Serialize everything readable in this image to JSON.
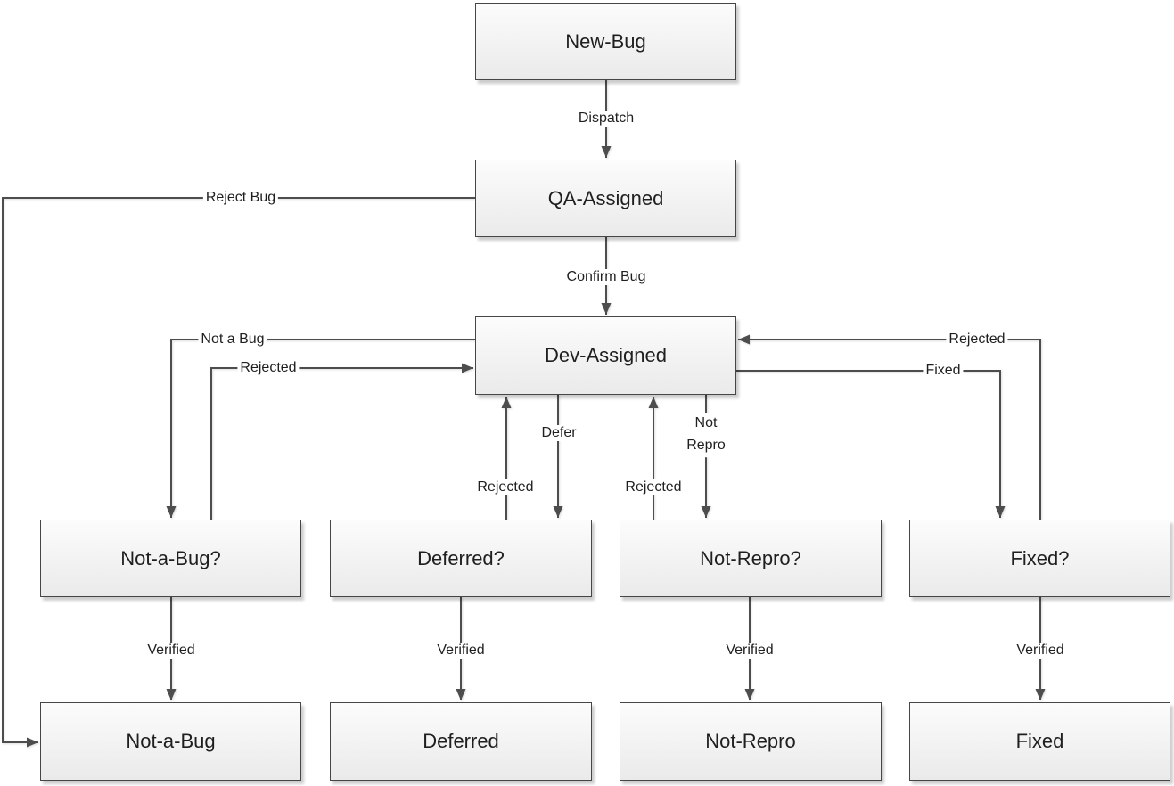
{
  "diagram": {
    "type": "flowchart",
    "subject": "bug lifecycle workflow",
    "colors": {
      "line": "#4d4d4d",
      "box_border": "#464646",
      "box_fill_top": "#fcfcfc",
      "box_fill_bottom": "#eaeaea",
      "text": "#1f1f1f",
      "canvas_bg": "#ffffff"
    },
    "nodes": {
      "new_bug": {
        "label": "New-Bug"
      },
      "qa_assigned": {
        "label": "QA-Assigned"
      },
      "dev_assigned": {
        "label": "Dev-Assigned"
      },
      "not_a_bug_q": {
        "label": "Not-a-Bug?"
      },
      "deferred_q": {
        "label": "Deferred?"
      },
      "not_repro_q": {
        "label": "Not-Repro?"
      },
      "fixed_q": {
        "label": "Fixed?"
      },
      "not_a_bug": {
        "label": "Not-a-Bug"
      },
      "deferred": {
        "label": "Deferred"
      },
      "not_repro": {
        "label": "Not-Repro"
      },
      "fixed": {
        "label": "Fixed"
      }
    },
    "edges": {
      "dispatch": {
        "label": "Dispatch",
        "from": "New-Bug",
        "to": "QA-Assigned"
      },
      "confirm_bug": {
        "label": "Confirm Bug",
        "from": "QA-Assigned",
        "to": "Dev-Assigned"
      },
      "reject_bug": {
        "label": "Reject Bug",
        "from": "QA-Assigned",
        "to": "Not-a-Bug"
      },
      "not_a_bug": {
        "label": "Not a Bug",
        "from": "Dev-Assigned",
        "to": "Not-a-Bug?"
      },
      "rejected_from_not_a_bug": {
        "label": "Rejected",
        "from": "Not-a-Bug?",
        "to": "Dev-Assigned"
      },
      "defer": {
        "label": "Defer",
        "from": "Dev-Assigned",
        "to": "Deferred?"
      },
      "rejected_from_deferred": {
        "label": "Rejected",
        "from": "Deferred?",
        "to": "Dev-Assigned"
      },
      "not_repro": {
        "label": "Not Repro",
        "from": "Dev-Assigned",
        "to": "Not-Repro?"
      },
      "rejected_from_not_repro": {
        "label": "Rejected",
        "from": "Not-Repro?",
        "to": "Dev-Assigned"
      },
      "fixed": {
        "label": "Fixed",
        "from": "Dev-Assigned",
        "to": "Fixed?"
      },
      "rejected_from_fixed": {
        "label": "Rejected",
        "from": "Fixed?",
        "to": "Dev-Assigned"
      },
      "verified_not_a_bug": {
        "label": "Verified",
        "from": "Not-a-Bug?",
        "to": "Not-a-Bug"
      },
      "verified_deferred": {
        "label": "Verified",
        "from": "Deferred?",
        "to": "Deferred"
      },
      "verified_not_repro": {
        "label": "Verified",
        "from": "Not-Repro?",
        "to": "Not-Repro"
      },
      "verified_fixed": {
        "label": "Verified",
        "from": "Fixed?",
        "to": "Fixed"
      }
    }
  }
}
